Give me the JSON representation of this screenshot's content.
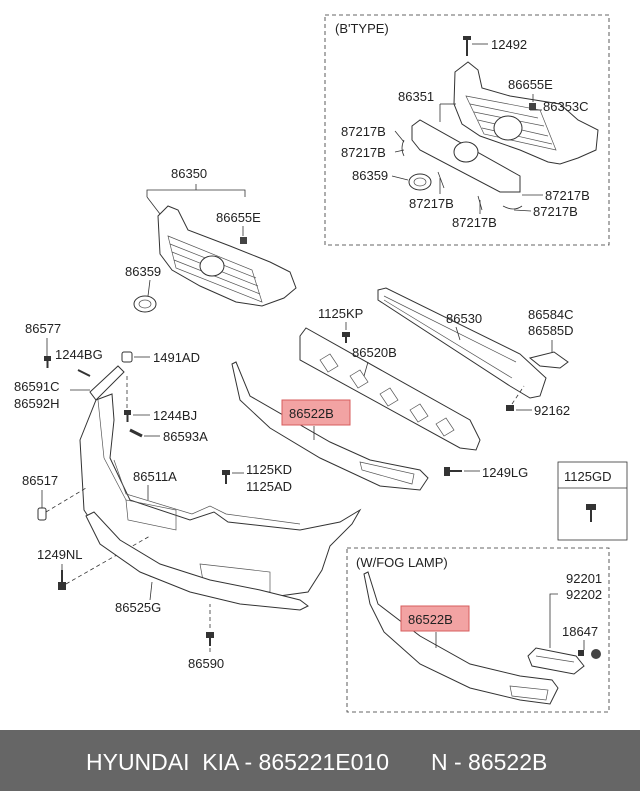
{
  "diagram": {
    "labels": {
      "btype": "(B'TYPE)",
      "p12492": "12492",
      "p86655E_top": "86655E",
      "p86351": "86351",
      "p86353C": "86353C",
      "p87217B_1": "87217B",
      "p87217B_2": "87217B",
      "p86359_top": "86359",
      "p87217B_3": "87217B",
      "p87217B_4": "87217B",
      "p87217B_5": "87217B",
      "p87217B_6": "87217B",
      "p86350": "86350",
      "p86655E": "86655E",
      "p86359": "86359",
      "p86577": "86577",
      "p1244BG": "1244BG",
      "p1491AD": "1491AD",
      "p86591C": "86591C",
      "p86592H": "86592H",
      "p1244BJ": "1244BJ",
      "p86593A": "86593A",
      "p1125KP": "1125KP",
      "p86530": "86530",
      "p86584C": "86584C",
      "p86585D": "86585D",
      "p86520B": "86520B",
      "p86522B_main": "86522B",
      "p92162": "92162",
      "p86517": "86517",
      "p86511A": "86511A",
      "p1125KD": "1125KD",
      "p1125AD": "1125AD",
      "p1249LG": "1249LG",
      "p1125GD": "1125GD",
      "p1249NL": "1249NL",
      "p86525G": "86525G",
      "p86590": "86590",
      "fog": "(W/FOG LAMP)",
      "p92201": "92201",
      "p92202": "92202",
      "p18647": "18647",
      "p86522B_fog": "86522B"
    }
  },
  "footer": {
    "brand": "HYUNDAI  KIA - 865221E010",
    "ref": "N - 86522B"
  },
  "colors": {
    "highlight": "#f2a3a3",
    "footer_bg": "#666666",
    "footer_text": "#ffffff"
  }
}
